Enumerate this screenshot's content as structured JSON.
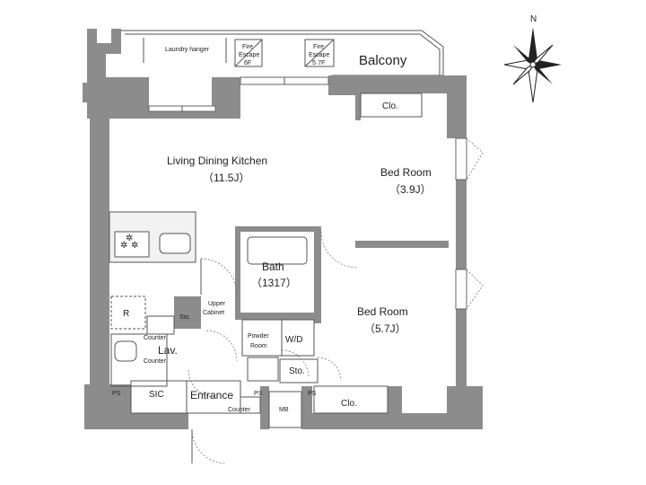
{
  "rooms": {
    "ldk_name": "Living Dining Kitchen",
    "ldk_size": "（11.5J）",
    "bed1_name": "Bed Room",
    "bed1_size": "（3.9J）",
    "bed2_name": "Bed Room",
    "bed2_size": "（5.7J）",
    "bath_name": "Bath",
    "bath_size": "（1317）",
    "balcony": "Balcony",
    "entrance": "Entrance",
    "lav": "Lav.",
    "sic": "SIC",
    "powder_room_1": "Powder",
    "powder_room_2": "Room",
    "wd": "W/D",
    "sto_1": "Sto.",
    "sto_2": "Sto.",
    "clo_1": "Clo.",
    "clo_2": "Clo.",
    "mb": "MB",
    "upper_cabinet_1": "Upper",
    "upper_cabinet_2": "Cabinet",
    "counter_1": "Counter",
    "counter_2": "Counter",
    "counter_3": "Counter",
    "ps_1": "PS",
    "ps_2": "PS",
    "ps_3": "PS",
    "refrigerator": "R",
    "laundry_hanger": "Laundry hanger",
    "fire_escape_1_a": "Fire",
    "fire_escape_1_b": "Escape",
    "fire_escape_1_c": "6F",
    "fire_escape_2_a": "Fire",
    "fire_escape_2_b": "Escape",
    "fire_escape_2_c": "5·7F"
  },
  "compass": {
    "north_label": "N"
  },
  "colors": {
    "wall": "#8c8c8c",
    "line": "#555555",
    "background": "#ffffff"
  }
}
